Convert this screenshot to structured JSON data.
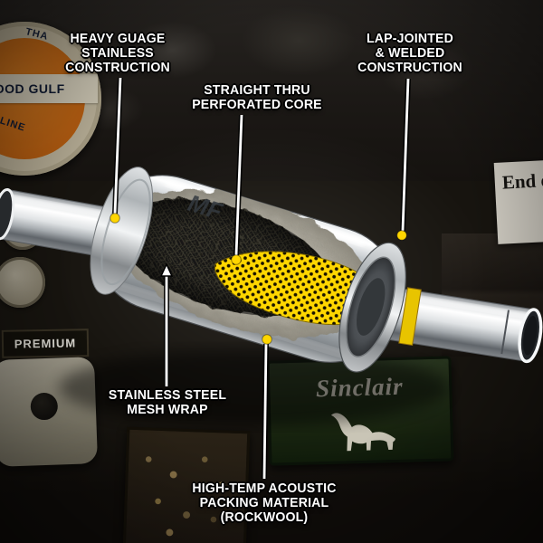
{
  "page": {
    "type": "muffler-cutaway-feature-diagram"
  },
  "callouts": {
    "heavy_gauge": {
      "label": "HEAVY GUAGE\nSTAINLESS\nCONSTRUCTION"
    },
    "straight_thru": {
      "label": "STRAIGHT THRU\nPERFORATED CORE"
    },
    "lap_jointed": {
      "label": "LAP-JOINTED\n& WELDED\nCONSTRUCTION"
    },
    "mesh_wrap": {
      "label": "STAINLESS STEEL\nMESH WRAP"
    },
    "packing": {
      "label": "HIGH-TEMP ACOUSTIC\nPACKING MATERIAL\n(ROCKWOOL)"
    }
  },
  "muffler": {
    "brand_mark": "MF"
  },
  "background": {
    "gulf_sign": {
      "arc_text": "THA",
      "name": "GOOD GULF",
      "product": "GASOLINE"
    },
    "pump": {
      "grade_label": "PREMIUM"
    },
    "end_sign": {
      "text": "End o"
    },
    "sinclair_sign": {
      "brand": "Sinclair"
    }
  },
  "colors": {
    "accent_yellow": "#ffd600",
    "core_yellow": "#ffd600",
    "label_text": "#ffffff",
    "label_outline": "#000000"
  }
}
